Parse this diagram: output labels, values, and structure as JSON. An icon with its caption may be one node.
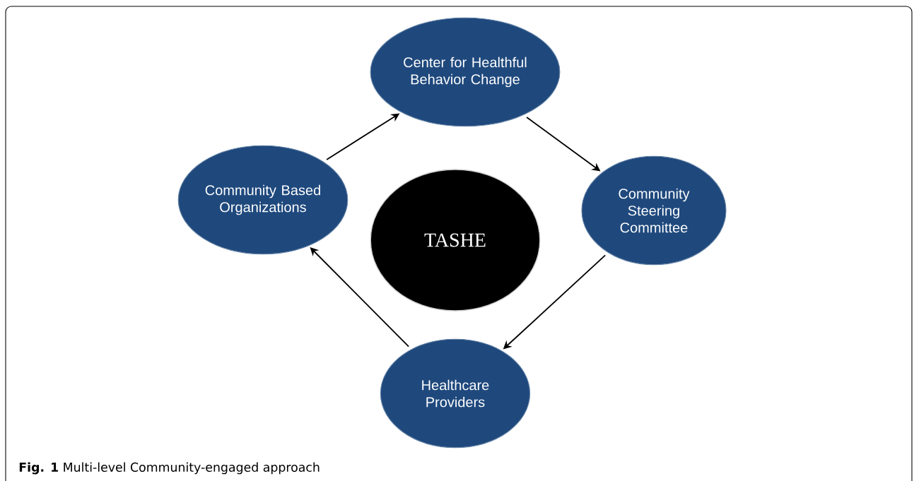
{
  "diagram": {
    "caption": "**Fig. 1** Multi-level Community-engaged approach",
    "nodes": [
      {
        "text": [
          "Center for Healthful Behavior Change"
        ]
      },
      {
        "text": [
          "Community Steering Committee"
        ]
      },
      {
        "text": [
          "Healthcare Providers"
        ]
      },
      {
        "text": [
          "Community Based Organizations"
        ]
      },
      {
        "text": [
          "TASHE"
        ]
      }
    ],
    "edges": [
      {
        "from": 3,
        "to": 0,
        "arrow": "to"
      },
      {
        "from": 0,
        "to": 1,
        "arrow": "to"
      },
      {
        "from": 1,
        "to": 2,
        "arrow": "to"
      },
      {
        "from": 2,
        "to": 3,
        "arrow": "to"
      }
    ]
  }
}
